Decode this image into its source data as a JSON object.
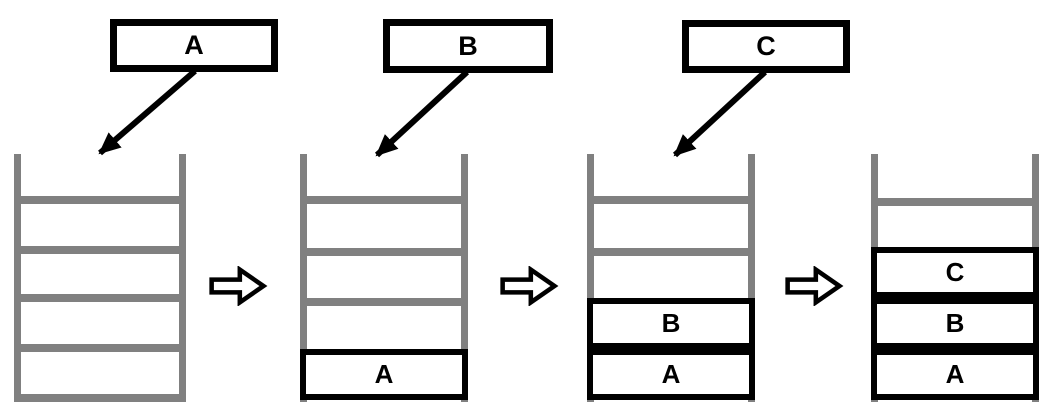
{
  "diagram": {
    "push_boxes": [
      {
        "label": "A"
      },
      {
        "label": "B"
      },
      {
        "label": "C"
      }
    ],
    "stacks": [
      {
        "cells": []
      },
      {
        "cells": [
          {
            "label": "A"
          }
        ]
      },
      {
        "cells": [
          {
            "label": "B"
          },
          {
            "label": "A"
          }
        ]
      },
      {
        "cells": [
          {
            "label": "C"
          },
          {
            "label": "B"
          },
          {
            "label": "A"
          }
        ]
      }
    ]
  },
  "icons": {
    "push_arrow": "diagonal-arrow-down-left",
    "step_arrow": "hollow-right-arrow"
  },
  "colors": {
    "rail_gray": "#808080",
    "outline_black": "#000000",
    "background": "#ffffff"
  }
}
